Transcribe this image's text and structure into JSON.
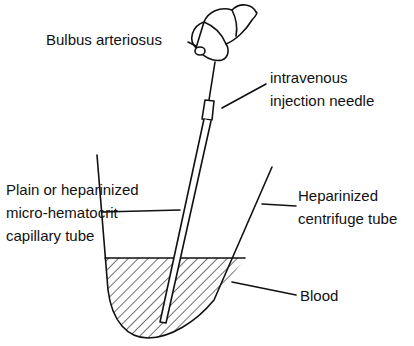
{
  "diagram": {
    "labels": [
      "Bulbus arteriosus",
      "intravenous injection needle",
      "Plain or heparinized micro-hematocrit capillary tube",
      "Heparinized centrifuge tube",
      "Blood"
    ]
  }
}
